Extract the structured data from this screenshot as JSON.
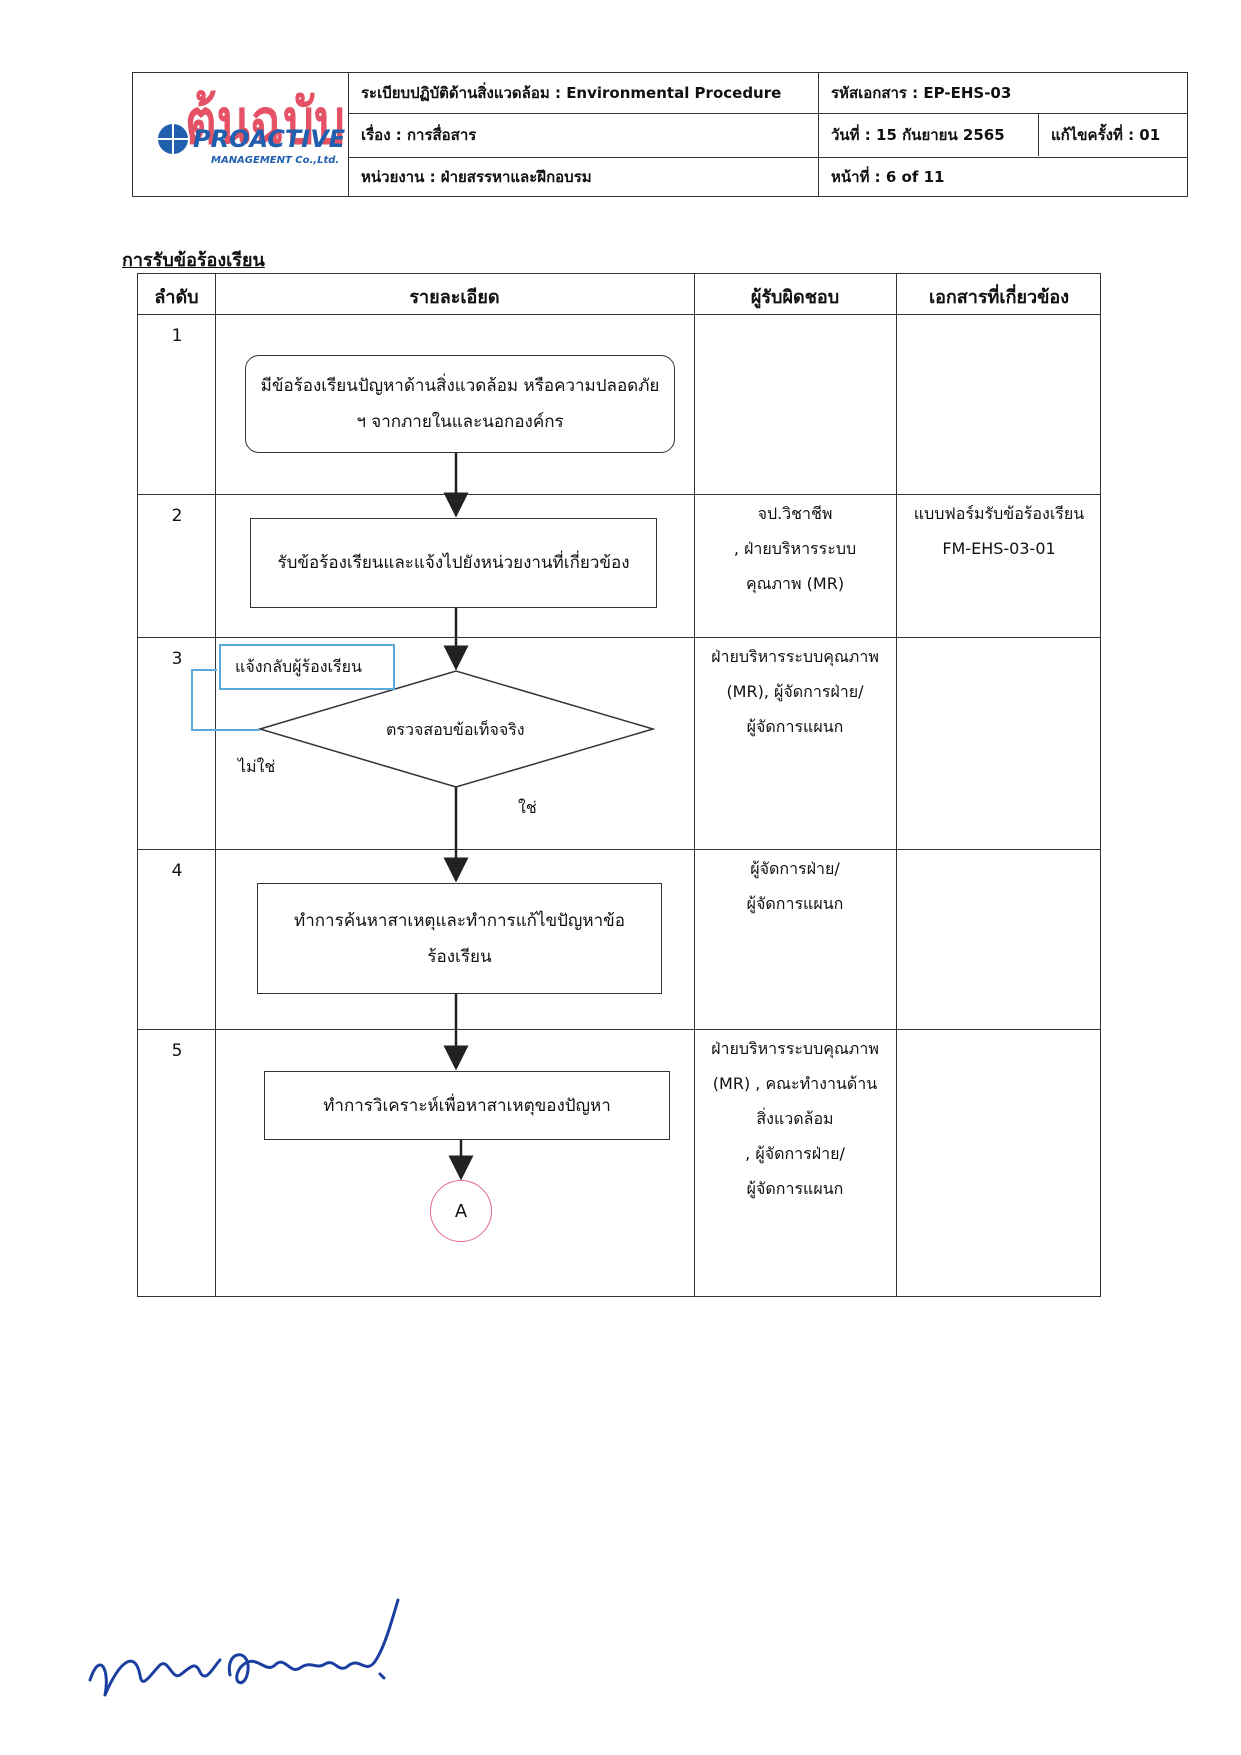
{
  "header": {
    "procedure": "ระเบียบปฏิบัติด้านสิ่งแวดล้อม : Environmental Procedure",
    "doc_code": "รหัสเอกสาร : EP-EHS-03",
    "subject": "เรื่อง   : การสื่อสาร",
    "date": "วันที่ :  15 กันยายน 2565",
    "revision": "แก้ไขครั้งที่ : 01",
    "department": "หน่วยงาน   : ฝ่ายสรรหาและฝึกอบรม",
    "page": "หน้าที่  :   6 of 11",
    "logo": {
      "stamp_text": "ต้นฉบับ",
      "company_name": "PROACTIVE",
      "company_sub": "MANAGEMENT Co.,Ltd.",
      "stamp_color": "#e0344a",
      "brand_color": "#1f5fae"
    }
  },
  "section_title": "การรับข้อร้องเรียน",
  "table": {
    "headers": [
      "ลำดับ",
      "รายละเอียด",
      "ผู้รับผิดชอบ",
      "เอกสารที่เกี่ยวข้อง"
    ],
    "rows": [
      {
        "no": "1",
        "step_lines": [
          "มีข้อร้องเรียนปัญหาด้านสิ่งแวดล้อม หรือความปลอดภัย",
          "ฯ จากภายในและนอกองค์กร"
        ],
        "responsible": [],
        "documents": []
      },
      {
        "no": "2",
        "step_lines": [
          "รับข้อร้องเรียนและแจ้งไปยังหน่วยงานที่เกี่ยวข้อง"
        ],
        "responsible": [
          "จป.วิชาชีพ",
          ", ฝ่ายบริหารระบบ",
          "คุณภาพ (MR)"
        ],
        "documents": [
          "แบบฟอร์มรับข้อร้องเรียน",
          "FM-EHS-03-01"
        ]
      },
      {
        "no": "3",
        "step_lines": [
          "ตรวจสอบข้อเท็จจริง"
        ],
        "feedback": "แจ้งกลับผู้ร้องเรียน",
        "no_label": "ไม่ใช่",
        "yes_label": "ใช่",
        "responsible": [
          "ฝ่ายบริหารระบบคุณภาพ",
          "(MR), ผู้จัดการฝ่าย/",
          "ผู้จัดการแผนก"
        ],
        "documents": []
      },
      {
        "no": "4",
        "step_lines": [
          "ทำการค้นหาสาเหตุและทำการแก้ไขปัญหาข้อ",
          "ร้องเรียน"
        ],
        "responsible": [
          "ผู้จัดการฝ่าย/",
          "ผู้จัดการแผนก"
        ],
        "documents": []
      },
      {
        "no": "5",
        "step_lines": [
          "ทำการวิเคราะห์เพื่อหาสาเหตุของปัญหา"
        ],
        "connector": "A",
        "responsible": [
          "ฝ่ายบริหารระบบคุณภาพ",
          "(MR) , คณะทำงานด้าน",
          "สิ่งแวดล้อม",
          ", ผู้จัดการฝ่าย/",
          "ผู้จัดการแผนก"
        ],
        "documents": []
      }
    ]
  },
  "colors": {
    "feedback_border": "#5aa9d8",
    "connector_border": "#e06a8a",
    "signature_ink": "#1a3fa0"
  }
}
